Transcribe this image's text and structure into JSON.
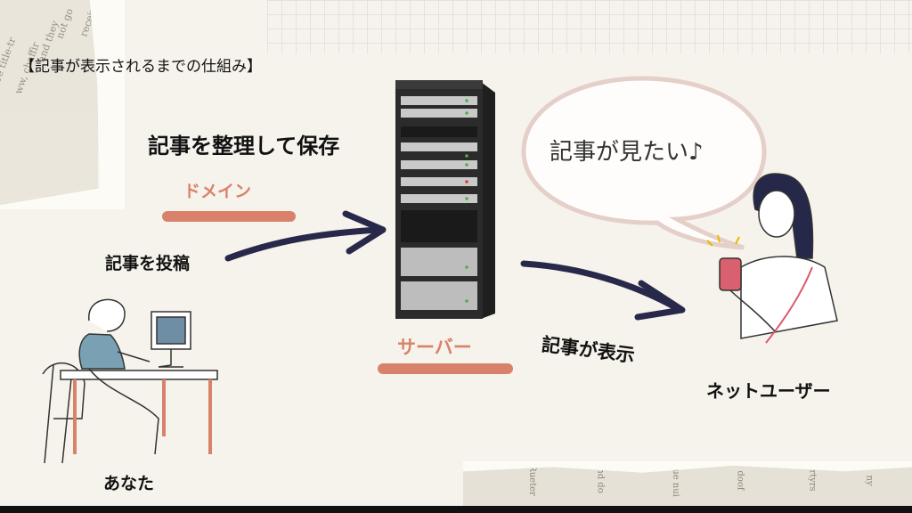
{
  "heading": "【記事が表示されるまでの仕組み】",
  "labels": {
    "save": "記事を整理して保存",
    "domain": "ドメイン",
    "post": "記事を投稿",
    "server": "サーバー",
    "display": "記事が表示",
    "you": "あなた",
    "net_user": "ネットユーザー"
  },
  "bubble": "記事が見たい♪",
  "background_text": {
    "top_left": [
      "re title-tr",
      "ww, chaffir",
      "and they",
      "not go",
      "receive"
    ],
    "bottom_right": [
      "Rueter",
      "nd do",
      "sue nui",
      "doof",
      "rtyrs",
      "ny"
    ]
  },
  "colors": {
    "accent": "#d9826b",
    "arrow": "#27284a",
    "background": "#f6f3ec"
  }
}
